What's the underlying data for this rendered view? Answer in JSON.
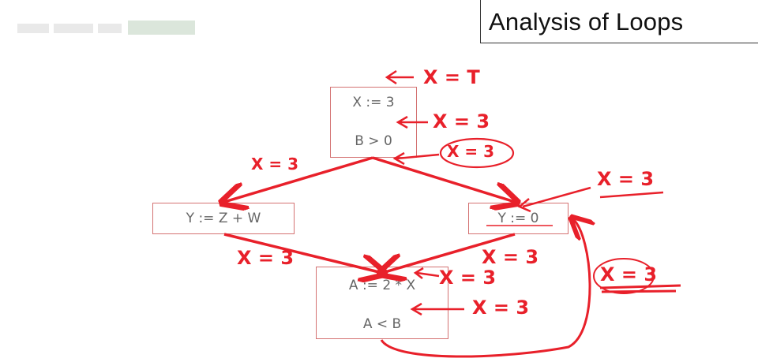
{
  "title": "Analysis of Loops",
  "colors": {
    "ink": "#e8202a",
    "node_border": "#d47272",
    "node_text": "#666666"
  },
  "nodes": {
    "entry": {
      "line1": "X := 3",
      "line2": "B > 0"
    },
    "left": {
      "line1": "Y := Z + W"
    },
    "right": {
      "line1": "Y := 0"
    },
    "loop": {
      "line1": "A := 2 * X",
      "line2": "A < B"
    }
  },
  "annotations": {
    "top": "X = T",
    "entry_mid": "X = 3",
    "entry_out": "X = 3",
    "left_edge": "X = 3",
    "right_in": "X = 3",
    "left_out": "X = 3",
    "right_out": "X = 3",
    "loop_in": "X = 3",
    "loop_mid": "X = 3",
    "far_right": "X = 3"
  }
}
